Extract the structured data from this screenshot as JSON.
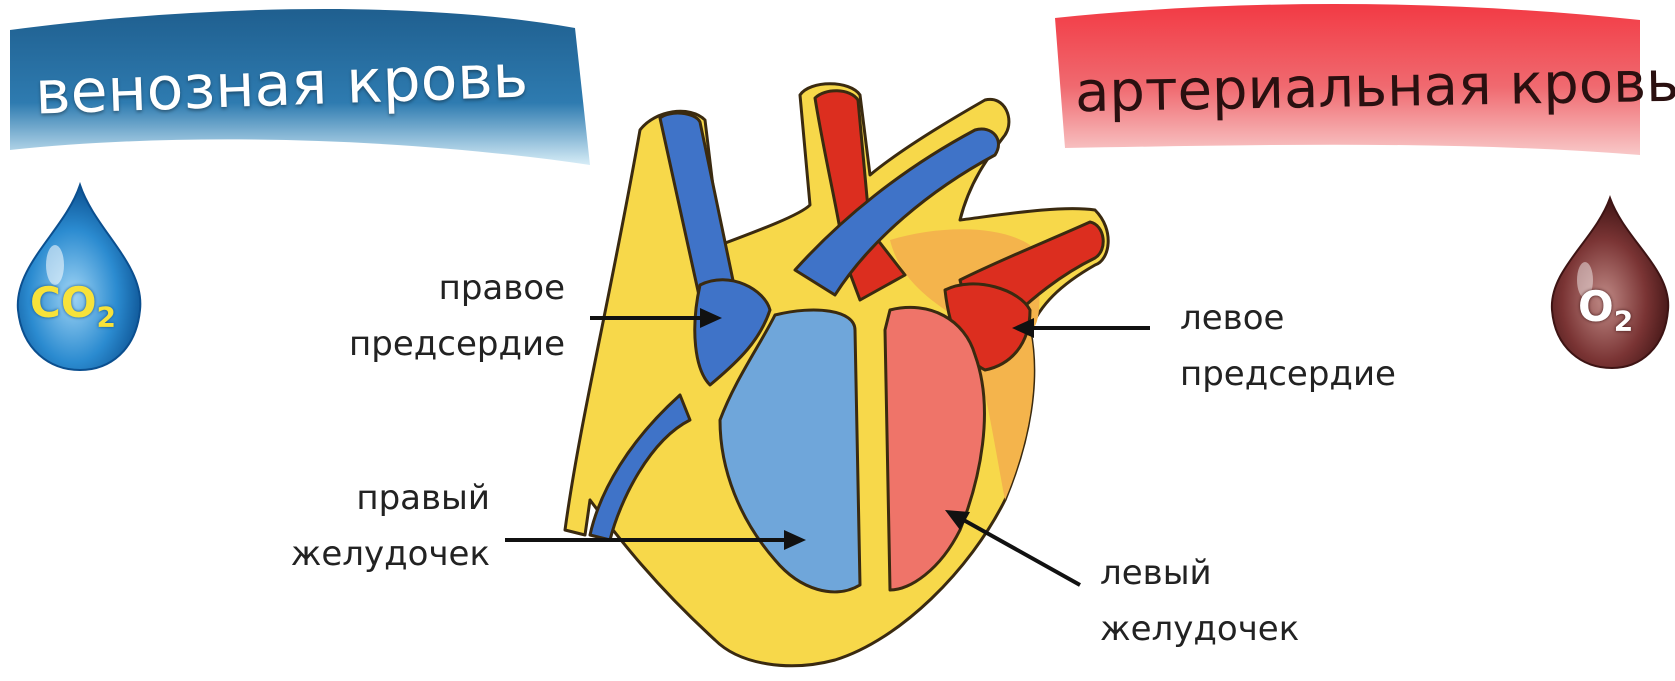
{
  "banners": {
    "venous": {
      "text": "венозная кровь",
      "color": "#2e6f9e"
    },
    "arterial": {
      "text": "артериальная кровь",
      "color": "#e8404a"
    }
  },
  "drops": {
    "co2": {
      "formula": "CO",
      "subscript": "2",
      "color": "#1d7fc4"
    },
    "o2": {
      "formula": "O",
      "subscript": "2",
      "color": "#6a2b2b"
    }
  },
  "labels": {
    "right_atrium": {
      "line1": "правое",
      "line2": "предсердие"
    },
    "left_atrium": {
      "line1": "левое",
      "line2": "предсердие"
    },
    "right_ventricle": {
      "line1": "правый",
      "line2": "желудочек"
    },
    "left_ventricle": {
      "line1": "левый",
      "line2": "желудочек"
    }
  },
  "colors": {
    "deoxygenated": "#3f73c8",
    "deoxygenated_light": "#6fa6da",
    "oxygenated": "#dc2e1f",
    "oxygenated_light": "#ef7469",
    "heart_wall": "#f7d84a",
    "heart_outline": "#3a2a10",
    "outer_orange": "#f4b44c"
  }
}
